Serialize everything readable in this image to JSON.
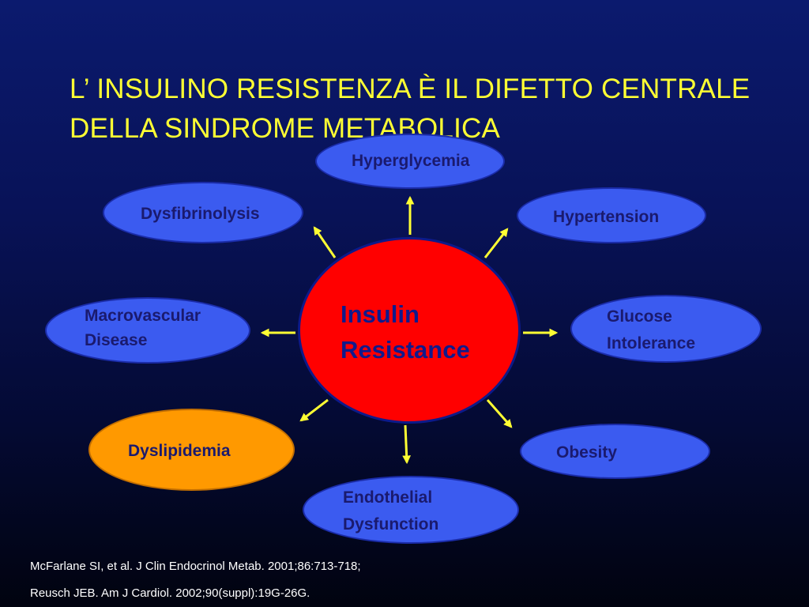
{
  "slide": {
    "title_line1": "L’ INSULINO RESISTENZA È IL DIFETTO  CENTRALE",
    "title_line2": "DELLA SINDROME METABOLICA"
  },
  "center": {
    "line1": "Insulin",
    "line2": "Resistance"
  },
  "nodes": {
    "hyperglycemia": "Hyperglycemia",
    "dysfibrinolysis": "Dysfibrinolysis",
    "hypertension": "Hypertension",
    "macrovascular_line1": "Macrovascular",
    "macrovascular_line2": "Disease",
    "glucose_line1": "Glucose",
    "glucose_line2": "Intolerance",
    "dyslipidemia": "Dyslipidemia",
    "obesity": "Obesity",
    "endothelial_line1": "Endothelial",
    "endothelial_line2": "Dysfunction"
  },
  "references": {
    "ref1": "McFarlane SI, et al. J Clin Endocrinol Metab. 2001;86:713-718;",
    "ref2": "Reusch JEB. Am J Cardiol. 2002;90(suppl):19G-26G."
  },
  "colors": {
    "title": "#ffff33",
    "node_fill": "#3b5bf0",
    "highlight_node_fill": "#ff9900",
    "center_fill": "#ff0000",
    "arrow": "#ffff33"
  }
}
